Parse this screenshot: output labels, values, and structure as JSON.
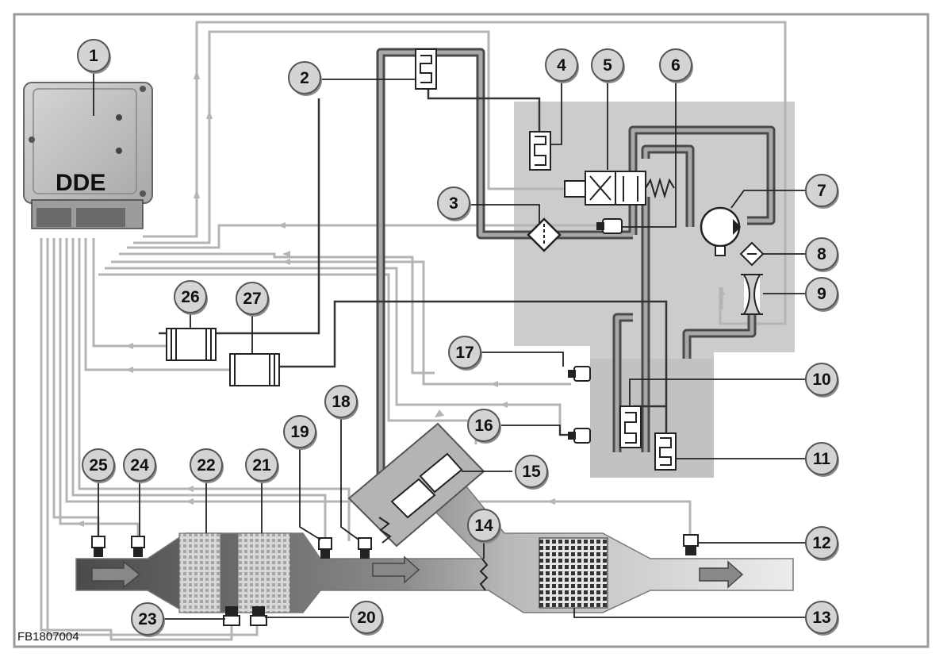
{
  "figure_code": "FB1807004",
  "control_unit_label": "DDE",
  "colors": {
    "frame": "#9a9a9a",
    "module_bg": "#cccccc",
    "signal_line": "#b4b4b4",
    "control_line": "#333333",
    "fluid_line_outer": "#4a4a4a",
    "fluid_line_inner": "#9c9c9c",
    "exhaust_dark": "#555555",
    "exhaust_light": "#e2e2e2",
    "callout_fill": "#d4d4d4"
  },
  "callouts": [
    {
      "id": "c1",
      "label": "1"
    },
    {
      "id": "c2",
      "label": "2"
    },
    {
      "id": "c3",
      "label": "3"
    },
    {
      "id": "c4",
      "label": "4"
    },
    {
      "id": "c5",
      "label": "5"
    },
    {
      "id": "c6",
      "label": "6"
    },
    {
      "id": "c7",
      "label": "7"
    },
    {
      "id": "c8",
      "label": "8"
    },
    {
      "id": "c9",
      "label": "9"
    },
    {
      "id": "c10",
      "label": "10"
    },
    {
      "id": "c11",
      "label": "11"
    },
    {
      "id": "c12",
      "label": "12"
    },
    {
      "id": "c13",
      "label": "13"
    },
    {
      "id": "c14",
      "label": "14"
    },
    {
      "id": "c15",
      "label": "15"
    },
    {
      "id": "c16",
      "label": "16"
    },
    {
      "id": "c17",
      "label": "17"
    },
    {
      "id": "c18",
      "label": "18"
    },
    {
      "id": "c19",
      "label": "19"
    },
    {
      "id": "c20",
      "label": "20"
    },
    {
      "id": "c21",
      "label": "21"
    },
    {
      "id": "c22",
      "label": "22"
    },
    {
      "id": "c23",
      "label": "23"
    },
    {
      "id": "c24",
      "label": "24"
    },
    {
      "id": "c25",
      "label": "25"
    },
    {
      "id": "c26",
      "label": "26"
    },
    {
      "id": "c27",
      "label": "27"
    }
  ]
}
